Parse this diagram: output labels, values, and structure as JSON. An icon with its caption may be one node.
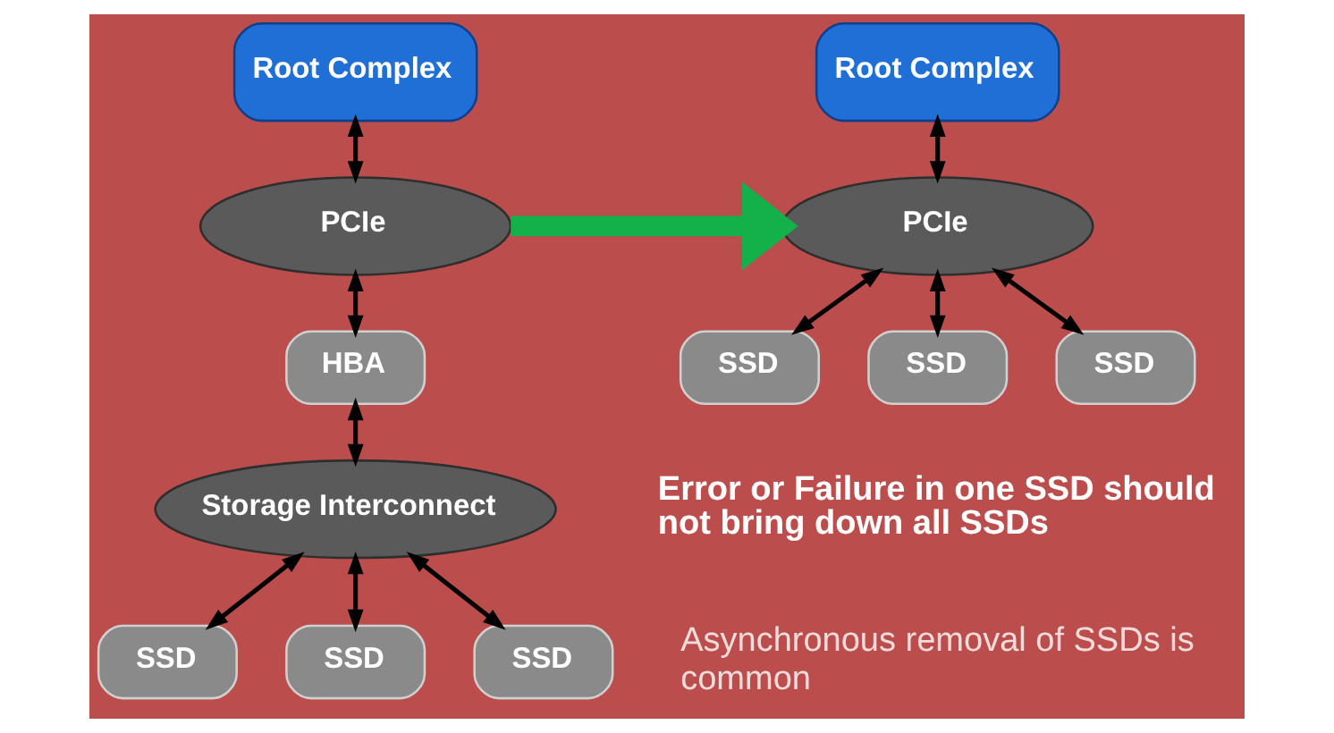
{
  "diagram": {
    "nodes": [
      {
        "text": [
          "Root Complex"
        ]
      },
      {
        "text": [
          "PCIe"
        ]
      },
      {
        "text": [
          "HBA"
        ]
      },
      {
        "text": [
          "Storage Interconnect"
        ]
      },
      {
        "text": [
          "SSD"
        ]
      },
      {
        "text": [
          "SSD"
        ]
      },
      {
        "text": [
          "SSD"
        ]
      },
      {
        "text": [
          "Root Complex"
        ]
      },
      {
        "text": [
          "PCIe"
        ]
      },
      {
        "text": [
          "SSD"
        ]
      },
      {
        "text": [
          "SSD"
        ]
      },
      {
        "text": [
          "SSD"
        ]
      }
    ],
    "edges": [
      {
        "from": 0,
        "to": 1,
        "arrow": "both"
      },
      {
        "from": 1,
        "to": 2,
        "arrow": "both"
      },
      {
        "from": 2,
        "to": 3,
        "arrow": "both"
      },
      {
        "from": 3,
        "to": 4,
        "arrow": "both"
      },
      {
        "from": 3,
        "to": 5,
        "arrow": "both"
      },
      {
        "from": 3,
        "to": 6,
        "arrow": "both"
      },
      {
        "from": 1,
        "to": 8,
        "arrow": "to",
        "style": "thick",
        "color": "#14b14b"
      },
      {
        "from": 7,
        "to": 8,
        "arrow": "both"
      },
      {
        "from": 8,
        "to": 9,
        "arrow": "both"
      },
      {
        "from": 8,
        "to": 10,
        "arrow": "both"
      },
      {
        "from": 8,
        "to": 11,
        "arrow": "both"
      }
    ],
    "labels": [
      "Error or Failure in one SSD should not bring down all SSDs",
      "Asynchronous removal of SSDs is common"
    ]
  }
}
